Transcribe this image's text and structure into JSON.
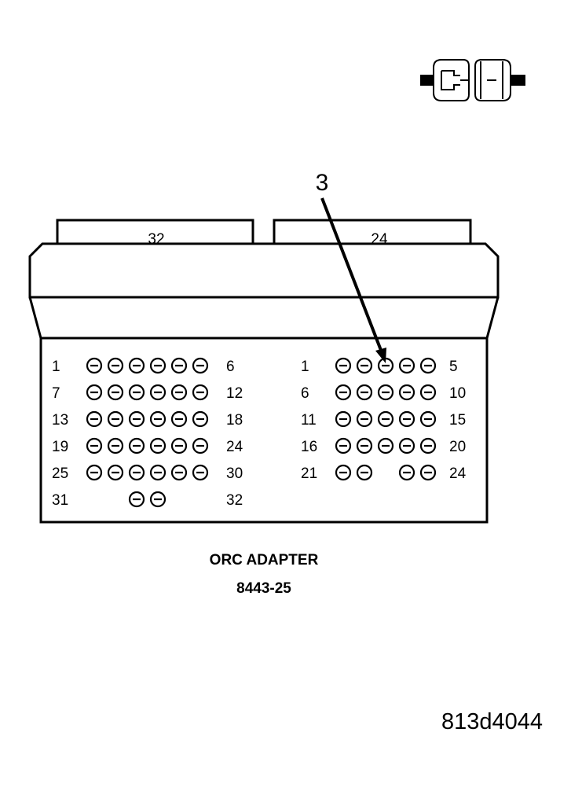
{
  "caption": {
    "title": "ORC ADAPTER",
    "part_number": "8443-25"
  },
  "figure_id": "813d4044",
  "callout": "3",
  "tabs": {
    "left": "32",
    "right": "24"
  },
  "left_block": {
    "rows": [
      {
        "start": "1",
        "end": "6",
        "pins": [
          1,
          1,
          1,
          1,
          1,
          1
        ]
      },
      {
        "start": "7",
        "end": "12",
        "pins": [
          1,
          1,
          1,
          1,
          1,
          1
        ]
      },
      {
        "start": "13",
        "end": "18",
        "pins": [
          1,
          1,
          1,
          1,
          1,
          1
        ]
      },
      {
        "start": "19",
        "end": "24",
        "pins": [
          1,
          1,
          1,
          1,
          1,
          1
        ]
      },
      {
        "start": "25",
        "end": "30",
        "pins": [
          1,
          1,
          1,
          1,
          1,
          1
        ]
      },
      {
        "start": "31",
        "end": "32",
        "pins": [
          0,
          0,
          1,
          1,
          0,
          0
        ]
      }
    ]
  },
  "right_block": {
    "rows": [
      {
        "start": "1",
        "end": "5",
        "pins": [
          1,
          1,
          1,
          1,
          1
        ]
      },
      {
        "start": "6",
        "end": "10",
        "pins": [
          1,
          1,
          1,
          1,
          1
        ]
      },
      {
        "start": "11",
        "end": "15",
        "pins": [
          1,
          1,
          1,
          1,
          1
        ]
      },
      {
        "start": "16",
        "end": "20",
        "pins": [
          1,
          1,
          1,
          1,
          1
        ]
      },
      {
        "start": "21",
        "end": "24",
        "pins": [
          1,
          1,
          0,
          1,
          1
        ]
      }
    ]
  }
}
